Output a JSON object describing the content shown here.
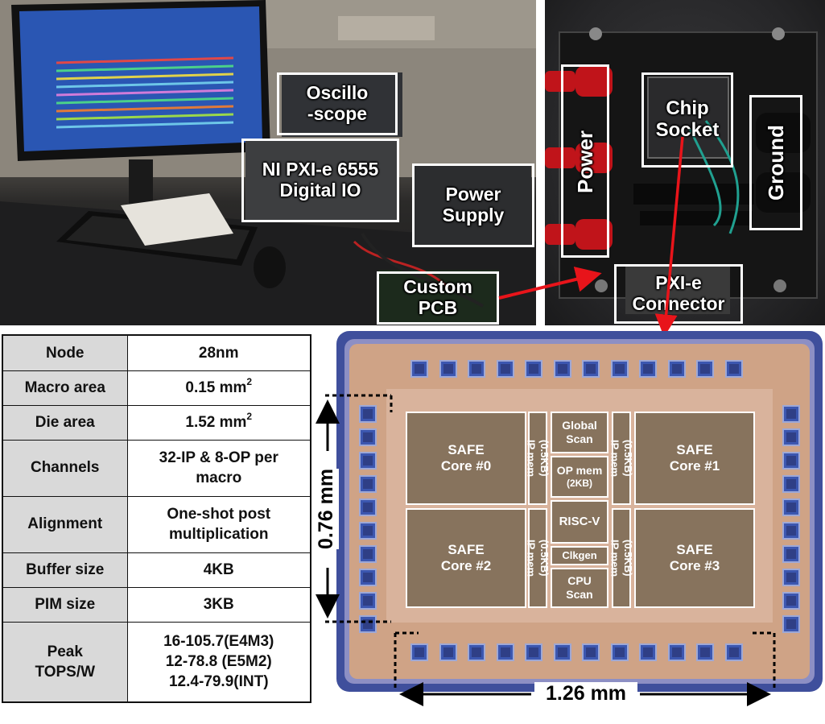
{
  "lab_photo": {
    "callouts": {
      "oscilloscope": [
        "Oscillo",
        "-scope"
      ],
      "digital_io": [
        "NI PXI-e 6555",
        "Digital IO"
      ],
      "power_supply": [
        "Power",
        "Supply"
      ],
      "custom_pcb": [
        "Custom",
        "PCB"
      ]
    }
  },
  "pcb_photo": {
    "callouts": {
      "power": "Power",
      "chip_socket": [
        "Chip",
        "Socket"
      ],
      "ground": "Ground",
      "pxie_connector": [
        "PXI-e",
        "Connector"
      ]
    }
  },
  "spec_table": {
    "rows": [
      {
        "key": "Node",
        "value": [
          "28nm"
        ]
      },
      {
        "key": "Macro area",
        "value": [
          "0.15 mm"
        ],
        "sup": "2"
      },
      {
        "key": "Die area",
        "value": [
          "1.52 mm"
        ],
        "sup": "2"
      },
      {
        "key": "Channels",
        "value": [
          "32-IP & 8-OP per",
          "macro"
        ]
      },
      {
        "key": "Alignment",
        "value": [
          "One-shot post",
          "multiplication"
        ]
      },
      {
        "key": "Buffer size",
        "value": [
          "4KB"
        ]
      },
      {
        "key": "PIM size",
        "value": [
          "3KB"
        ]
      },
      {
        "key": "Peak TOPS/W",
        "key_lines": [
          "Peak",
          "TOPS/W"
        ],
        "value": [
          "16-105.7(E4M3)",
          "12-78.8 (E5M2)",
          "12.4-79.9(INT)"
        ]
      }
    ]
  },
  "die": {
    "blocks": {
      "core0": [
        "SAFE",
        "Core #0"
      ],
      "core1": [
        "SAFE",
        "Core #1"
      ],
      "core2": [
        "SAFE",
        "Core #2"
      ],
      "core3": [
        "SAFE",
        "Core #3"
      ],
      "ip_mem": [
        "IP mem",
        "(0.5KB)"
      ],
      "global_scan": [
        "Global",
        "Scan"
      ],
      "op_mem": [
        "OP mem",
        "(2KB)"
      ],
      "risc_v": [
        "RISC-V"
      ],
      "clkgen": [
        "Clkgen"
      ],
      "cpu_scan": [
        "CPU",
        "Scan"
      ]
    },
    "height_label": "0.76 mm",
    "width_label": "1.26 mm"
  },
  "colors": {
    "die_border": "#3f4f9c",
    "die_ring": "#cfa386",
    "core_block": "#87735d",
    "arrow": "#e8141a",
    "table_key_bg": "#d9d9d9"
  }
}
